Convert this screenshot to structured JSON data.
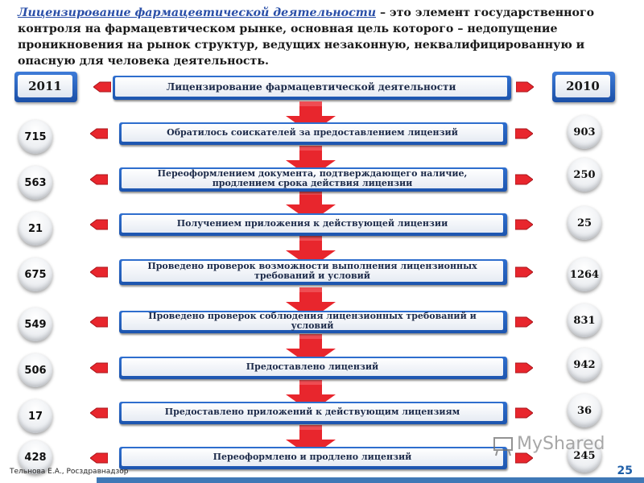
{
  "intro": {
    "term": "Лицензирование фармацевтической деятельности",
    "rest": " – это элемент государственного контроля на фармацевтическом рынке, основная цель которого – недопущение проникновения на рынок структур, ведущих незаконную, неквалифицированную и опасную для человека деятельность."
  },
  "header": {
    "year_left": "2011",
    "year_right": "2010",
    "title": "Лицензирование фармацевтической деятельности"
  },
  "rows": [
    {
      "label": "Обратилось соискателей за предоставлением лицензий",
      "v2011": "715",
      "v2010": "903"
    },
    {
      "label": "Переоформлением документа, подтверждающего наличие, продлением срока действия лицензии",
      "v2011": "563",
      "v2010": "250"
    },
    {
      "label": "Получением приложения к действующей лицензии",
      "v2011": "21",
      "v2010": "25"
    },
    {
      "label": "Проведено проверок возможности выполнения лицензионных требований и условий",
      "v2011": "675",
      "v2010": "1264"
    },
    {
      "label": "Проведено проверок соблюдения лицензионных требований и условий",
      "v2011": "549",
      "v2010": "831"
    },
    {
      "label": "Предоставлено лицензий",
      "v2011": "506",
      "v2010": "942"
    },
    {
      "label": "Предоставлено приложений к действующим лицензиям",
      "v2011": "17",
      "v2010": "36"
    },
    {
      "label": "Переоформлено и продлено лицензий",
      "v2011": "428",
      "v2010": "245"
    }
  ],
  "footer": {
    "author": "Тельнова Е.А., Росздравнадзор",
    "page": "25"
  },
  "watermark": {
    "text": "MyShared"
  },
  "colors": {
    "bar": "#1d55ae",
    "arrow": "#e8262d",
    "accent": "#2a4fa8"
  }
}
